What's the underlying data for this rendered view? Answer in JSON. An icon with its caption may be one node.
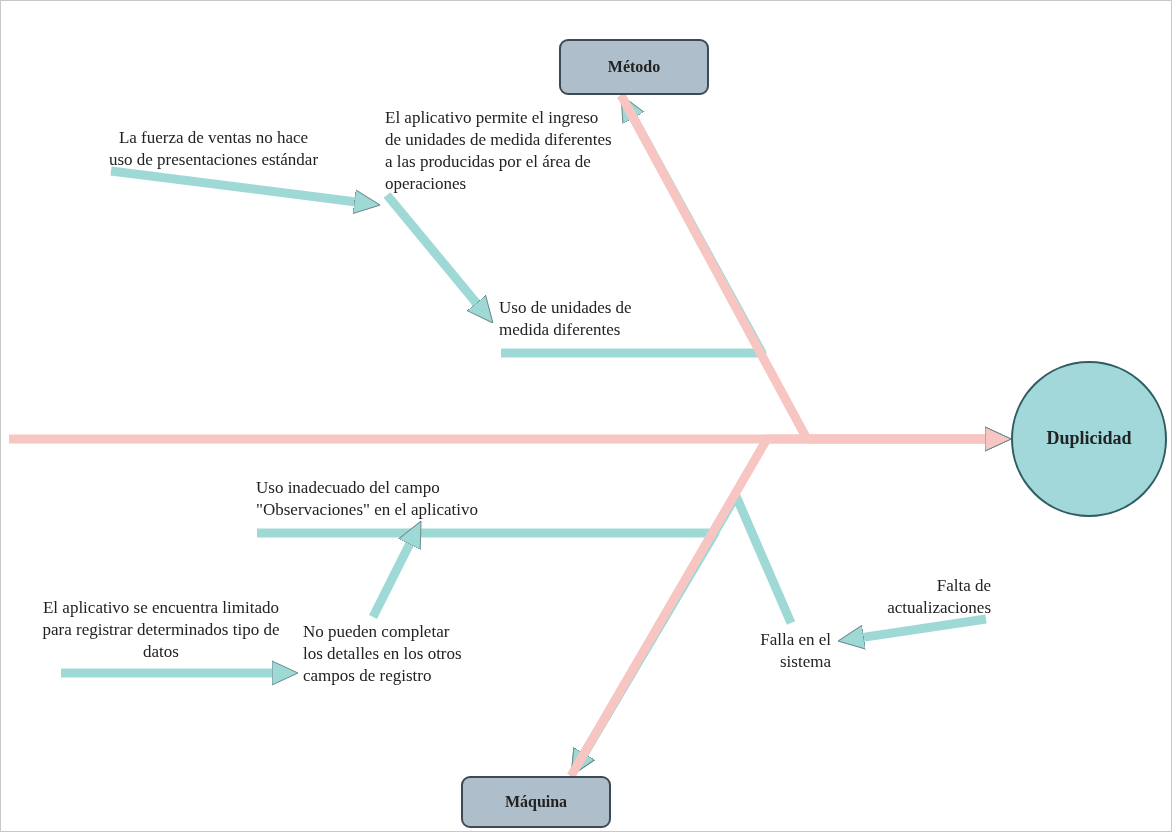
{
  "diagram": {
    "nodes": [
      {
        "text": [
          "Método"
        ]
      },
      {
        "text": [
          "Máquina"
        ]
      },
      {
        "text": [
          "Duplicidad"
        ]
      },
      {
        "text": [
          "La fuerza de ventas no hace uso de presentaciones estándar"
        ]
      },
      {
        "text": [
          "El aplicativo permite el ingreso de unidades de medida diferentes a las producidas por el área de operaciones"
        ]
      },
      {
        "text": [
          "Uso de unidades de medida diferentes"
        ]
      },
      {
        "text": [
          "Uso inadecuado del campo \"Observaciones\" en el aplicativo"
        ]
      },
      {
        "text": [
          "No pueden completar los detalles en los otros campos de registro"
        ]
      },
      {
        "text": [
          "El aplicativo se encuentra limitado para registrar determinados tipo de datos"
        ]
      },
      {
        "text": [
          "Falta de actualizaciones"
        ]
      },
      {
        "text": [
          "Falla en el sistema"
        ]
      }
    ],
    "edges": [
      {
        "from": null,
        "to": 2,
        "arrow": "to",
        "color": "#f7c6c2"
      },
      {
        "from": 0,
        "to": 2,
        "arrow": "to",
        "color": "#f7c6c2"
      },
      {
        "from": 1,
        "to": 2,
        "arrow": "to",
        "color": "#f7c6c2"
      },
      {
        "from": 3,
        "to": 4,
        "arrow": "to"
      },
      {
        "from": 4,
        "to": 5,
        "arrow": "to"
      },
      {
        "from": 5,
        "to": 0,
        "arrow": "to"
      },
      {
        "from": 6,
        "to": 1,
        "arrow": "to"
      },
      {
        "from": 7,
        "to": 6,
        "arrow": "to"
      },
      {
        "from": 8,
        "to": 7,
        "arrow": "to"
      },
      {
        "from": 9,
        "to": 10,
        "arrow": "to"
      },
      {
        "from": 10,
        "to": 1,
        "arrow": "to"
      }
    ]
  }
}
